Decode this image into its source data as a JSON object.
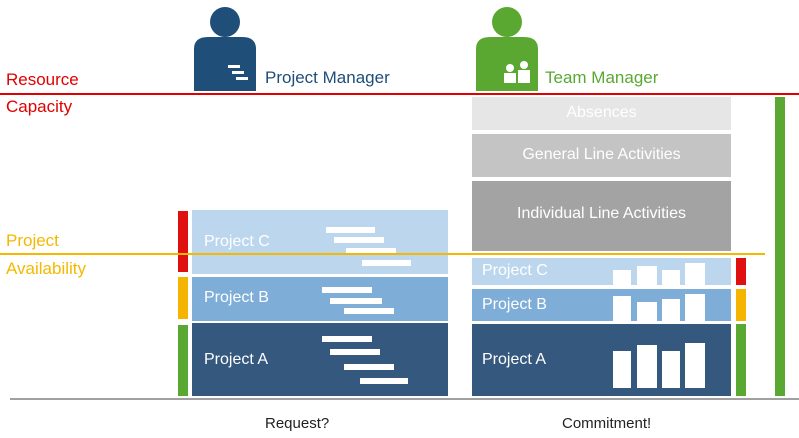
{
  "roles": {
    "project_manager": "Project Manager",
    "team_manager": "Team Manager"
  },
  "left_labels": {
    "resource": "Resource",
    "capacity": "Capacity",
    "project": "Project",
    "availability": "Availability"
  },
  "request": {
    "project_c": "Project C",
    "project_b": "Project B",
    "project_a": "Project A"
  },
  "commitment": {
    "absences": "Absences",
    "general_line": "General Line Activities",
    "individual_line": "Individual Line Activities",
    "project_c": "Project C",
    "project_b": "Project B",
    "project_a": "Project A"
  },
  "footer": {
    "request": "Request?",
    "commitment": "Commitment!"
  },
  "colors": {
    "resource_line": "#e00000",
    "availability_line": "#f4b800",
    "pm_blue": "#1f4e79",
    "tm_green": "#5aa832",
    "project_a": "#35587e",
    "project_b": "#7eaed8",
    "project_c": "#bcd6ee",
    "absences": "#e6e6e6",
    "general_line": "#c4c4c4",
    "individual_line": "#a3a3a3",
    "status_red": "#e01010",
    "status_yellow": "#f5b400",
    "status_green": "#59a832"
  }
}
